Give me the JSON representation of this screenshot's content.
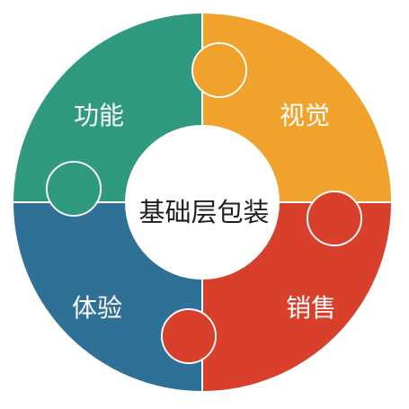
{
  "diagram": {
    "center_label": "基础层包装",
    "segments": [
      {
        "label": "功能",
        "color": "#2f9a80"
      },
      {
        "label": "视觉",
        "color": "#f0a22d"
      },
      {
        "label": "体验",
        "color": "#2f7096"
      },
      {
        "label": "销售",
        "color": "#d9402b"
      }
    ],
    "center_color": "#ffffff",
    "seam_color": "#ffffff"
  }
}
